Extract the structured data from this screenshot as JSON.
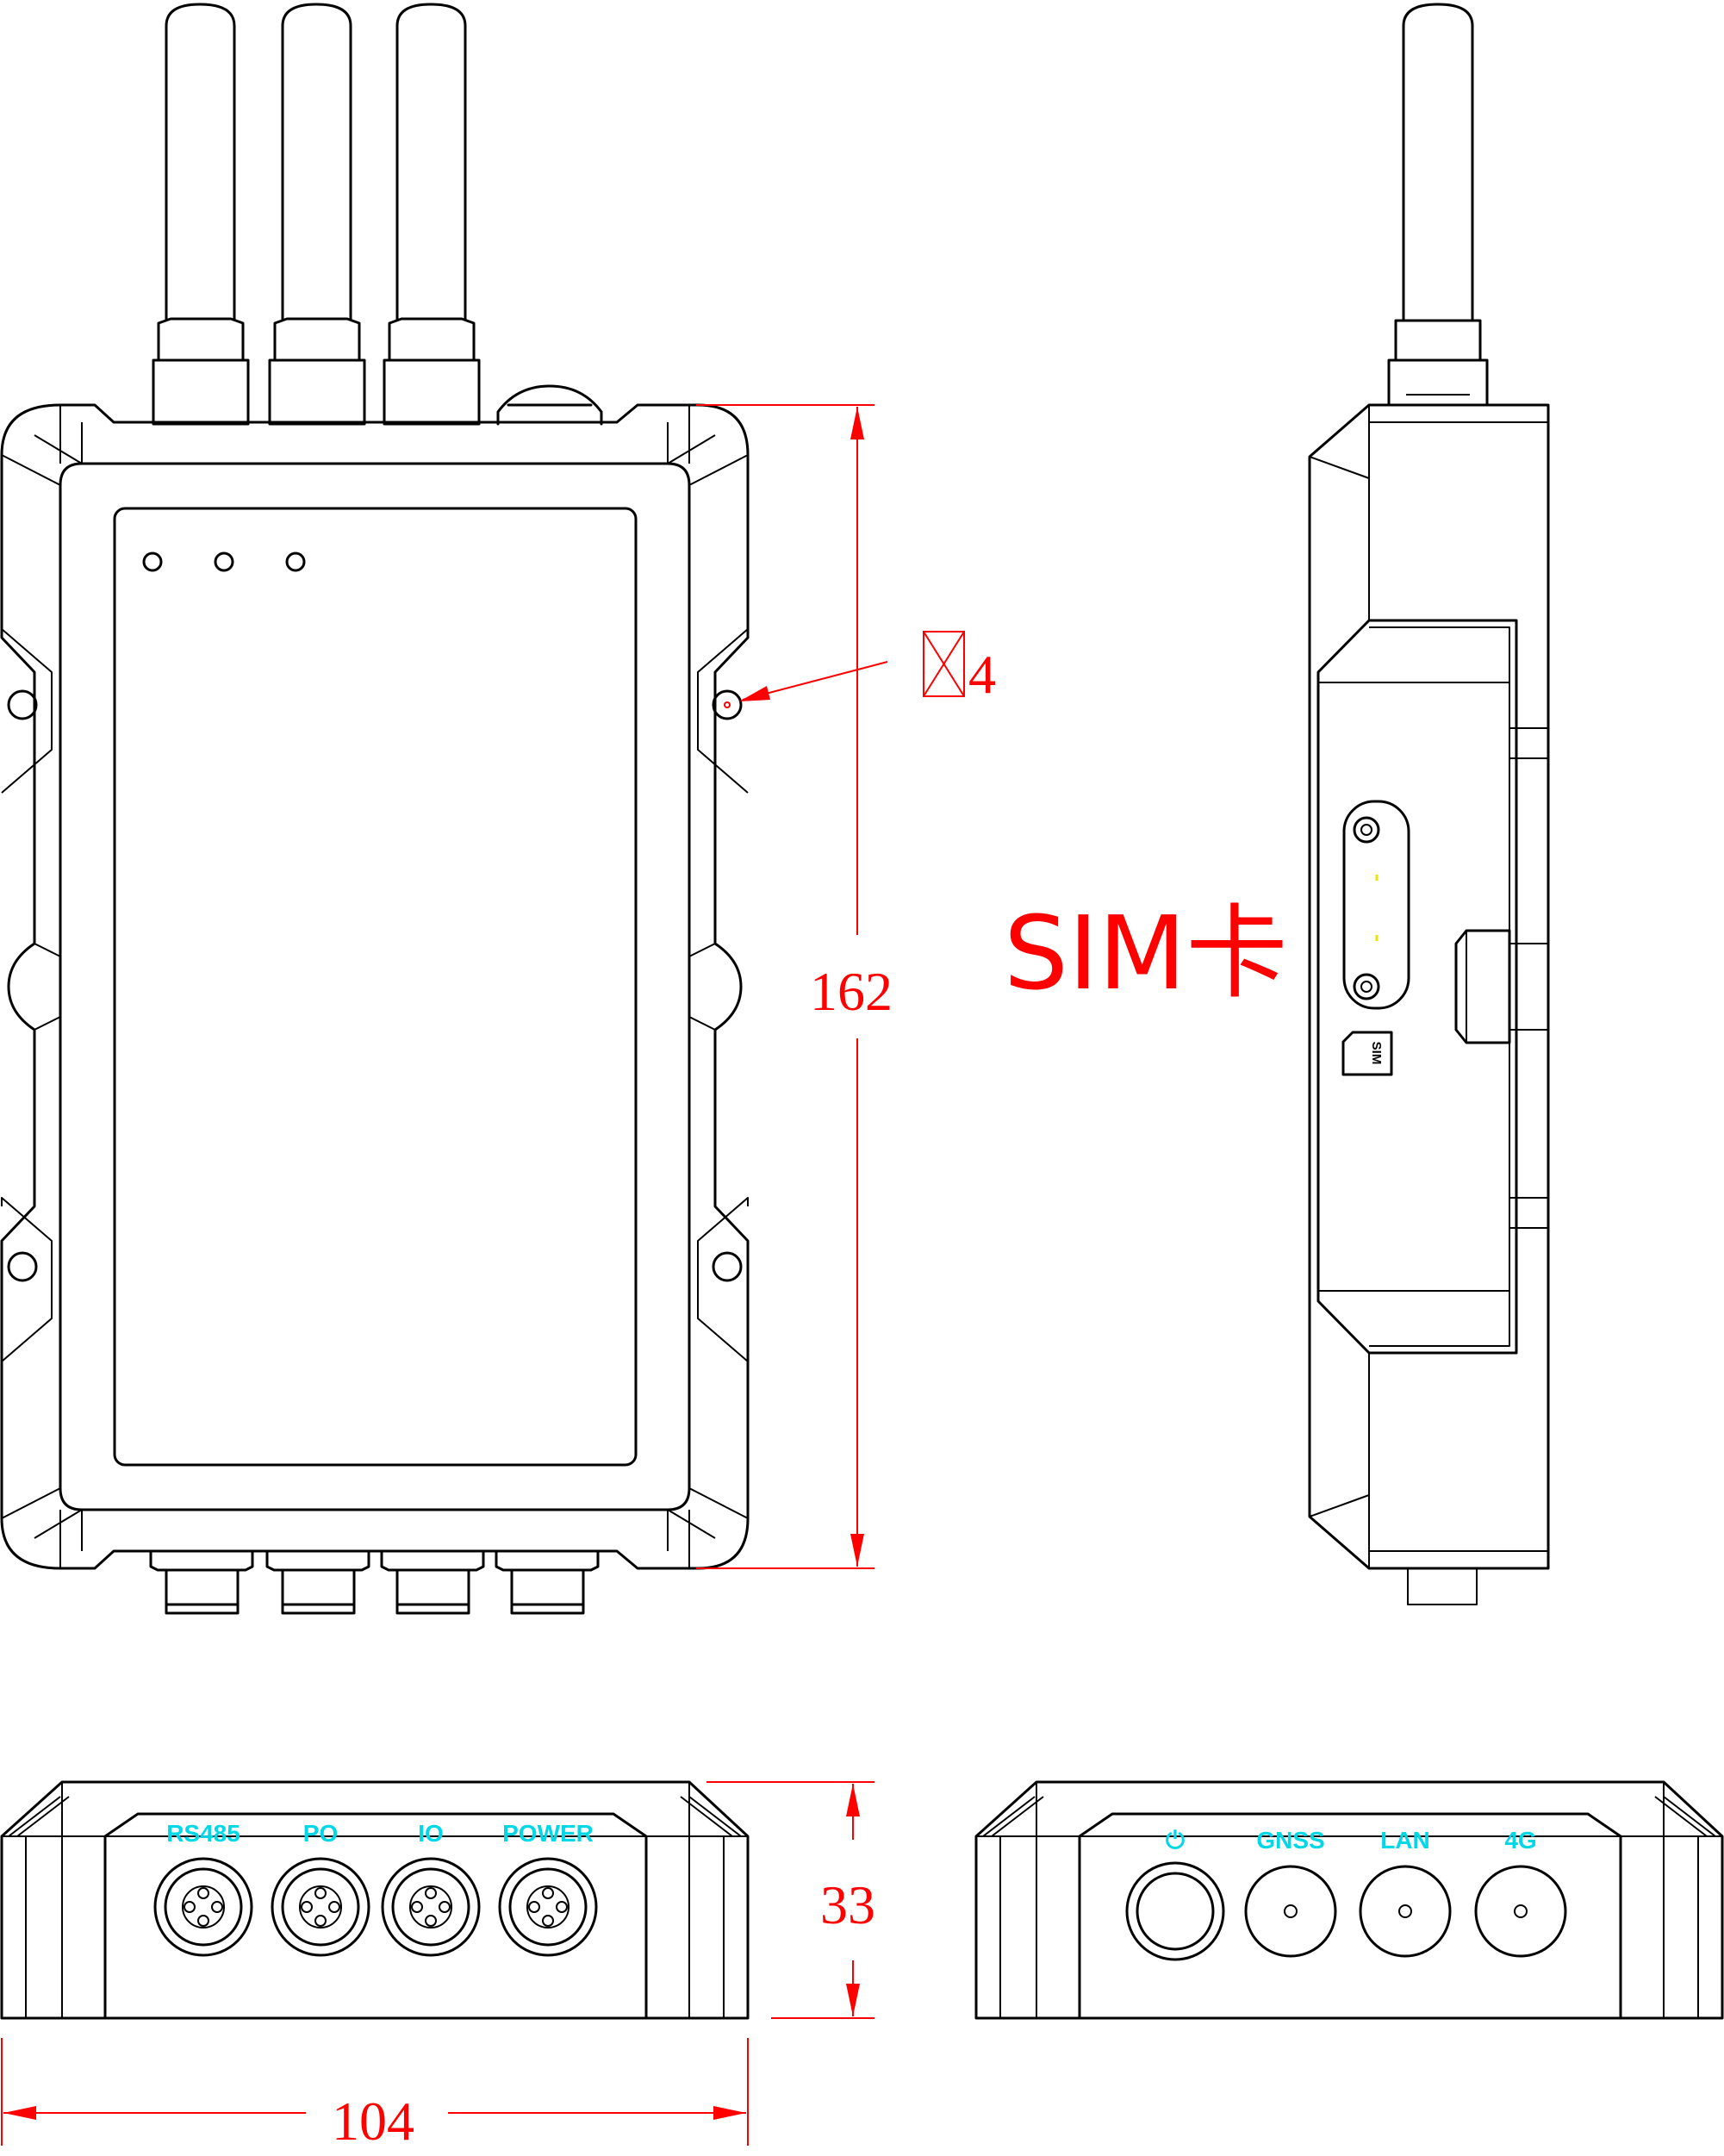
{
  "dimensions": {
    "height": "162",
    "width": "104",
    "depth": "33",
    "hole_count": "4"
  },
  "side_view": {
    "sim_label": "SIM卡",
    "sim_icon_text": "SIM"
  },
  "bottom_ports": [
    "RS485",
    "PO",
    "IO",
    "POWER"
  ],
  "top_ports": [
    "⏻",
    "GNSS",
    "LAN",
    "4G"
  ],
  "colors": {
    "dimension": "#ff0000",
    "port_label": "#00d8e8",
    "outline": "#000000"
  }
}
